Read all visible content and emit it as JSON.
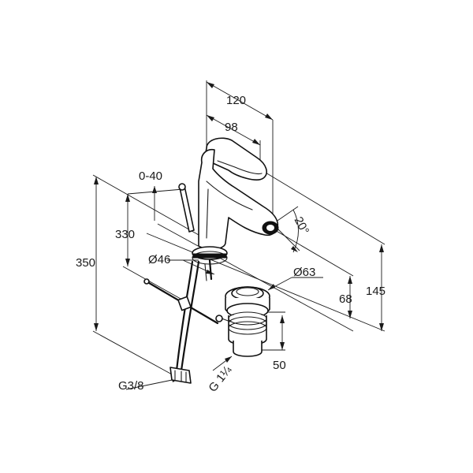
{
  "diagram": {
    "dimensions": {
      "spout_reach_total": "120",
      "spout_reach": "98",
      "popup_rod_travel": "0-40",
      "rod_height": "330",
      "hose_length": "350",
      "base_diameter": "Ø46",
      "waste_diameter": "Ø63",
      "spout_angle": "20°",
      "outlet_height": "68",
      "overall_height": "145",
      "waste_height": "50",
      "hose_thread": "G3/8",
      "waste_thread": "G 1¼"
    }
  }
}
